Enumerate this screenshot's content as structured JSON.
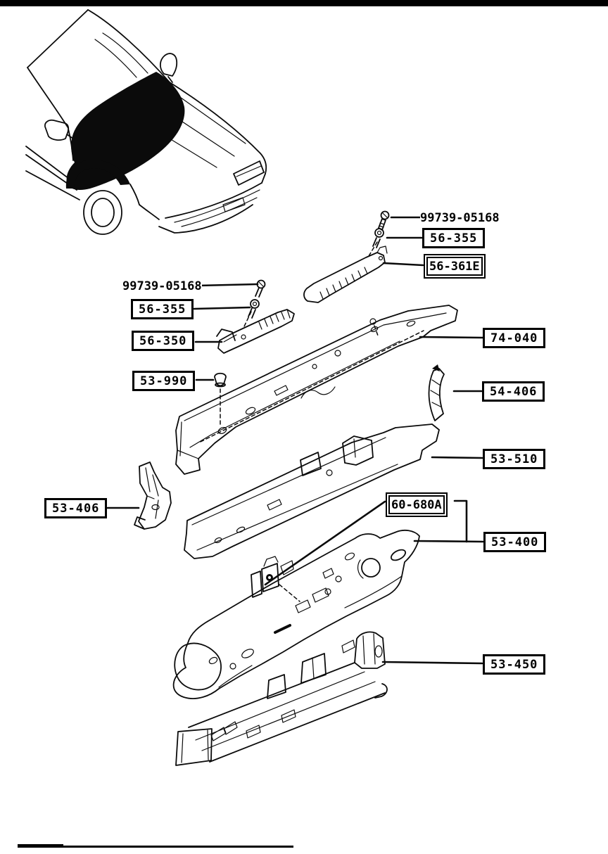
{
  "diagram": {
    "colors": {
      "ink": "#000000",
      "paper": "#ffffff",
      "highlight_fill": "#000000"
    },
    "callouts": [
      {
        "id": "99739-05168-upper",
        "text": "99739-05168",
        "boxed": false
      },
      {
        "id": "56-355-upper",
        "text": "56-355",
        "boxed": true
      },
      {
        "id": "56-361E",
        "text": "56-361E",
        "boxed": true
      },
      {
        "id": "99739-05168-lower",
        "text": "99739-05168",
        "boxed": false
      },
      {
        "id": "56-355-lower",
        "text": "56-355",
        "boxed": true
      },
      {
        "id": "56-350",
        "text": "56-350",
        "boxed": true
      },
      {
        "id": "53-990",
        "text": "53-990",
        "boxed": true
      },
      {
        "id": "74-040",
        "text": "74-040",
        "boxed": true
      },
      {
        "id": "54-406",
        "text": "54-406",
        "boxed": true
      },
      {
        "id": "53-510",
        "text": "53-510",
        "boxed": true
      },
      {
        "id": "53-406",
        "text": "53-406",
        "boxed": true
      },
      {
        "id": "60-680A",
        "text": "60-680A",
        "boxed": true
      },
      {
        "id": "53-400",
        "text": "53-400",
        "boxed": true
      },
      {
        "id": "53-450",
        "text": "53-450",
        "boxed": true
      }
    ]
  }
}
